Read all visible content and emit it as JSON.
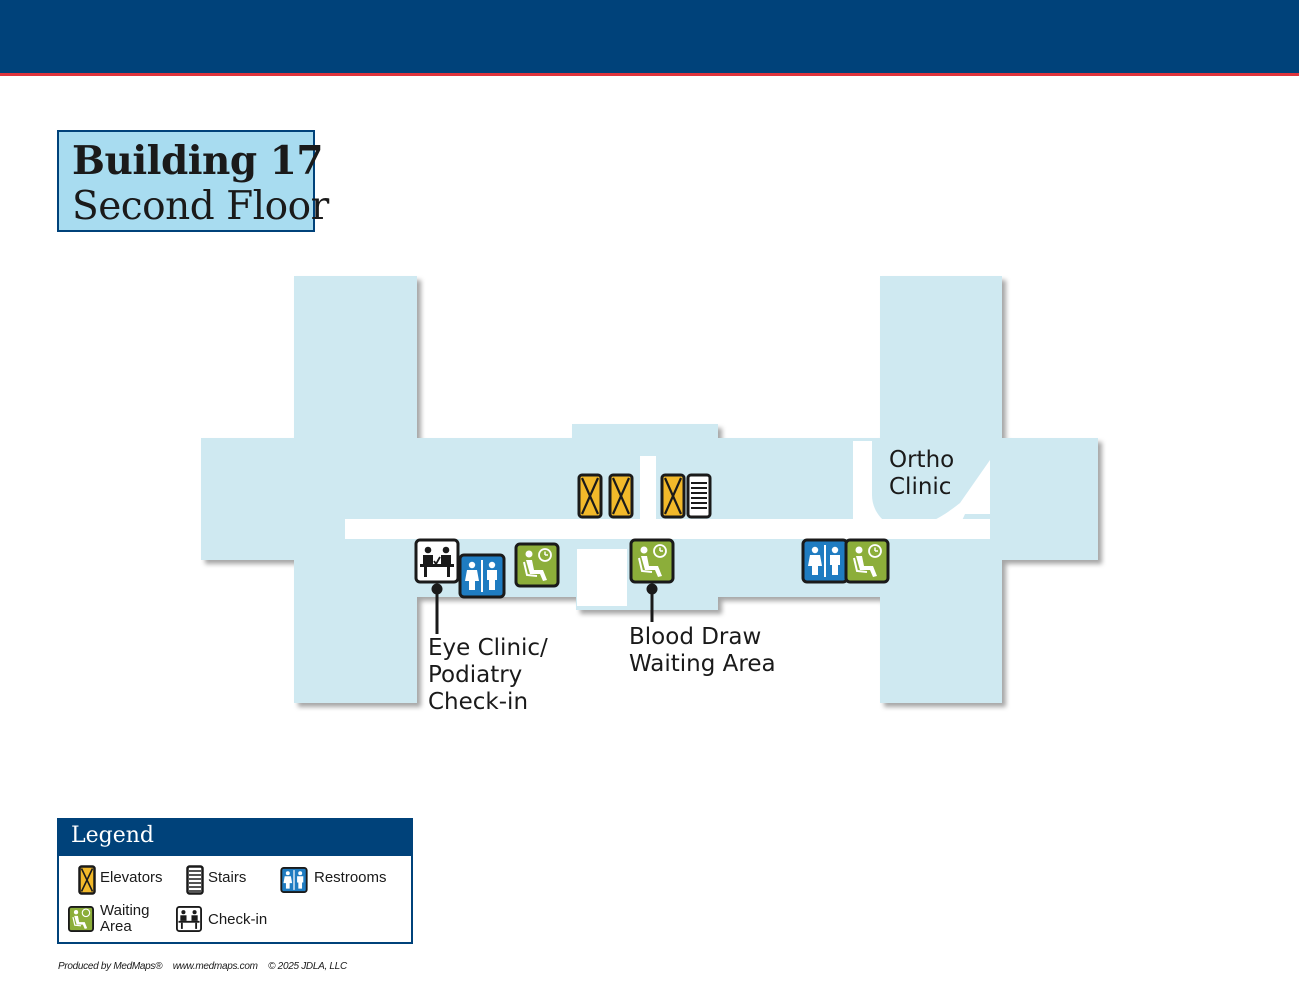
{
  "map": {
    "building_title": "Building 17",
    "floor_title": "Second Floor",
    "labels": {
      "ortho_line1": "Ortho",
      "ortho_line2": "Clinic",
      "eye_line1": "Eye Clinic/",
      "eye_line2": "Podiatry",
      "eye_line3": "Check-in",
      "blood_line1": "Blood Draw",
      "blood_line2": "Waiting Area"
    }
  },
  "legend": {
    "title": "Legend",
    "items": {
      "elevators": "Elevators",
      "stairs": "Stairs",
      "restrooms": "Restrooms",
      "waiting_line1": "Waiting",
      "waiting_line2": "Area",
      "checkin": "Check-in"
    }
  },
  "footer": {
    "produced_by": "Produced by MedMaps®",
    "website": "www.medmaps.com",
    "copyright": "© 2025 JDLA, LLC"
  },
  "colors": {
    "header_blue": "#00427a",
    "accent_red": "#e0343c",
    "floor_fill": "#cfe9f1",
    "corridor": "#ffffff",
    "elevator_yellow": "#f2b92a",
    "restroom_blue": "#1f7cc1",
    "waiting_green": "#8cae3a",
    "title_box_fill": "#a8dcf0"
  },
  "icons": [
    "elevator-icon",
    "stairs-icon",
    "restroom-icon",
    "waiting-area-icon",
    "check-in-icon"
  ]
}
